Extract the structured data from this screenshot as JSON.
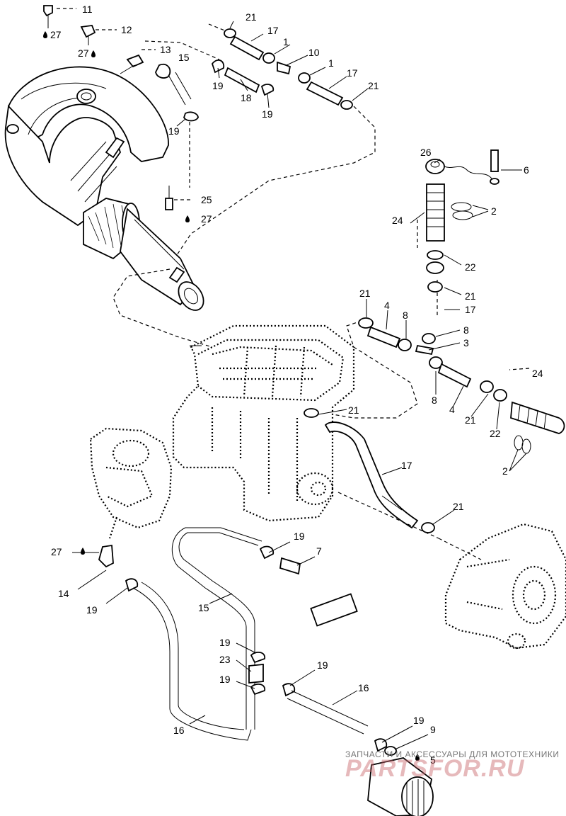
{
  "diagram": {
    "callouts": [
      {
        "id": "c11",
        "text": "11"
      },
      {
        "id": "c27a",
        "text": "27"
      },
      {
        "id": "c12",
        "text": "12"
      },
      {
        "id": "c27b",
        "text": "27"
      },
      {
        "id": "c13",
        "text": "13"
      },
      {
        "id": "c15a",
        "text": "15"
      },
      {
        "id": "c21a",
        "text": "21"
      },
      {
        "id": "c17a",
        "text": "17"
      },
      {
        "id": "c1a",
        "text": "1"
      },
      {
        "id": "c10",
        "text": "10"
      },
      {
        "id": "c1b",
        "text": "1"
      },
      {
        "id": "c17b",
        "text": "17"
      },
      {
        "id": "c21b",
        "text": "21"
      },
      {
        "id": "c19a",
        "text": "19"
      },
      {
        "id": "c18",
        "text": "18"
      },
      {
        "id": "c19b",
        "text": "19"
      },
      {
        "id": "c19c",
        "text": "19"
      },
      {
        "id": "c25",
        "text": "25"
      },
      {
        "id": "c27c",
        "text": "27"
      },
      {
        "id": "c26",
        "text": "26"
      },
      {
        "id": "c6",
        "text": "6"
      },
      {
        "id": "c2a",
        "text": "2"
      },
      {
        "id": "c24a",
        "text": "24"
      },
      {
        "id": "c22a",
        "text": "22"
      },
      {
        "id": "c21c",
        "text": "21"
      },
      {
        "id": "c17c",
        "text": "17"
      },
      {
        "id": "c21d",
        "text": "21"
      },
      {
        "id": "c4a",
        "text": "4"
      },
      {
        "id": "c8a",
        "text": "8"
      },
      {
        "id": "c8b",
        "text": "8"
      },
      {
        "id": "c3",
        "text": "3"
      },
      {
        "id": "c24b",
        "text": "24"
      },
      {
        "id": "c8c",
        "text": "8"
      },
      {
        "id": "c4b",
        "text": "4"
      },
      {
        "id": "c21e",
        "text": "21"
      },
      {
        "id": "c22b",
        "text": "22"
      },
      {
        "id": "c21f",
        "text": "21"
      },
      {
        "id": "c2b",
        "text": "2"
      },
      {
        "id": "c17d",
        "text": "17"
      },
      {
        "id": "c21g",
        "text": "21"
      },
      {
        "id": "c27d",
        "text": "27"
      },
      {
        "id": "c14",
        "text": "14"
      },
      {
        "id": "c19d",
        "text": "19"
      },
      {
        "id": "c19e",
        "text": "19"
      },
      {
        "id": "c7",
        "text": "7"
      },
      {
        "id": "c15b",
        "text": "15"
      },
      {
        "id": "c19f",
        "text": "19"
      },
      {
        "id": "c23",
        "text": "23"
      },
      {
        "id": "c19g",
        "text": "19"
      },
      {
        "id": "c19h",
        "text": "19"
      },
      {
        "id": "c16a",
        "text": "16"
      },
      {
        "id": "c16b",
        "text": "16"
      },
      {
        "id": "c19i",
        "text": "19"
      },
      {
        "id": "c9",
        "text": "9"
      },
      {
        "id": "c5",
        "text": "5"
      }
    ]
  },
  "watermark": {
    "tagline": "ЗАПЧАСТИ И АКСЕССУАРЫ ДЛЯ МОТОТЕХНИКИ",
    "logo": "PARTSFOR.RU"
  }
}
